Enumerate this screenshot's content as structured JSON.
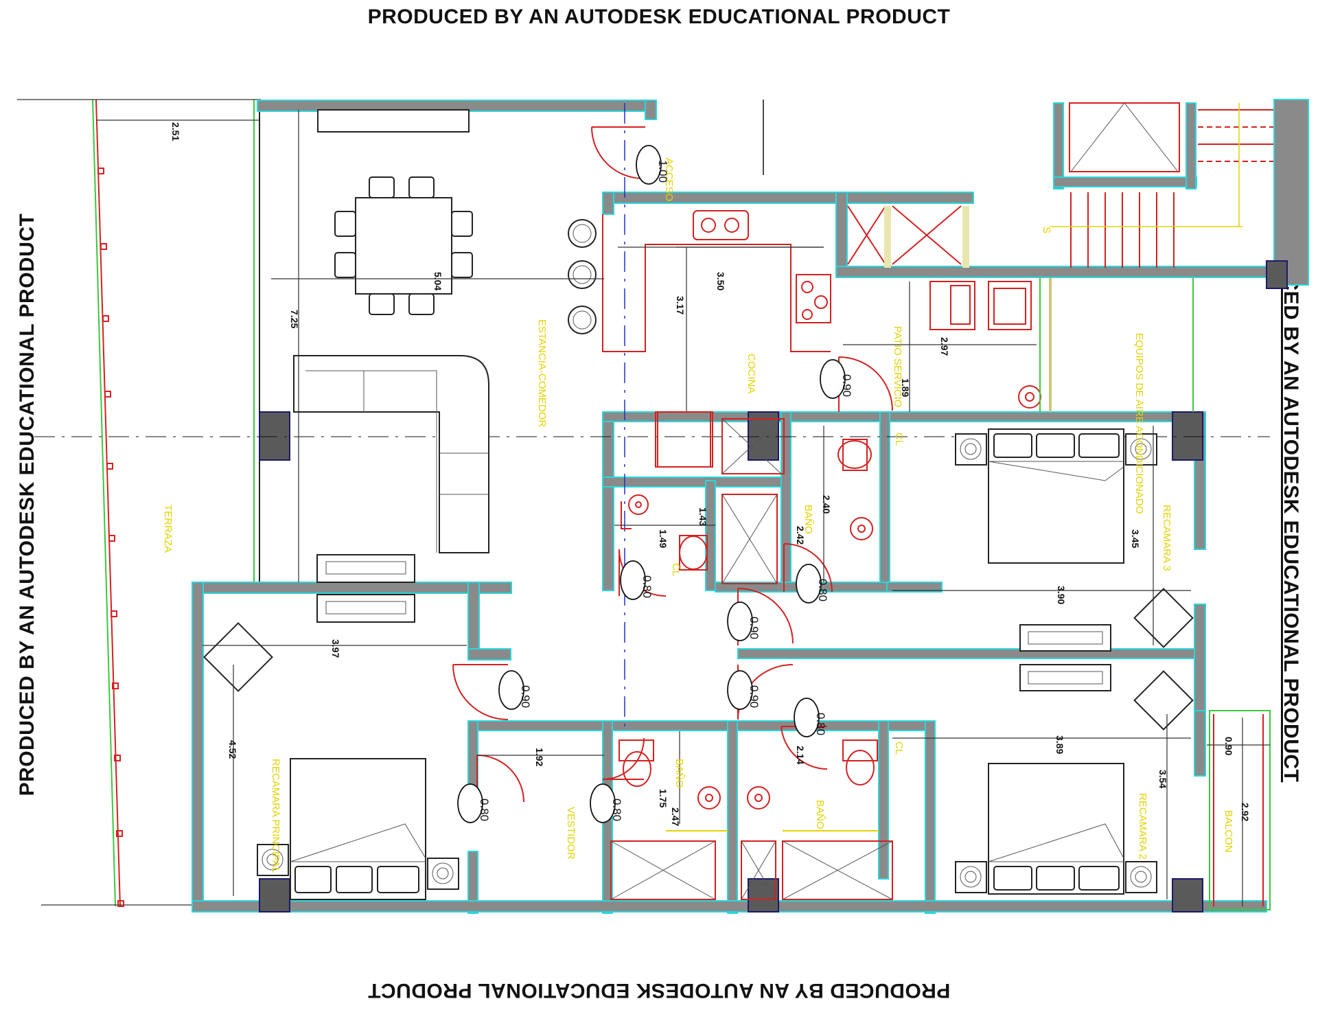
{
  "stamps": {
    "top": "PRODUCED BY AN AUTODESK EDUCATIONAL PRODUCT",
    "bottom": "PRODUCED BY AN AUTODESK EDUCATIONAL PRODUCT",
    "left": "PRODUCED BY AN AUTODESK EDUCATIONAL PRODUCT",
    "right": "PRODUCED BY AN AUTODESK EDUCATIONAL PRODUCT"
  },
  "rooms": {
    "terraza": "TERRAZA",
    "estancia_comedor": "ESTANCIA-COMEDOR",
    "cocina": "COCINA",
    "acceso": "ACCESO",
    "patio_servicio": "PATIO SERVICIO",
    "equipos_aire": "EQUIPOS DE AIRE ACONDICIONADO",
    "recamara_principal": "RECAMARA PRINCIPAL",
    "vestidor": "VESTIDOR",
    "bano_a": "BAÑO",
    "bano_b": "BAÑO",
    "bano_c": "BAÑO",
    "recamara_2": "RECAMARA 2",
    "recamara_3": "RECAMARA 3",
    "balcon": "BALCON",
    "cl_a": "CL",
    "cl_b": "CL"
  },
  "dimensions": {
    "d251": "2.51",
    "d725": "7.25",
    "d504": "5.04",
    "d350": "3.50",
    "d317": "3.17",
    "d297": "2.97",
    "d189": "1.89",
    "d143": "1.43",
    "d149": "1.49",
    "d240": "2.40",
    "d242": "2.42",
    "d345": "3.45",
    "d390": "3.90",
    "d397": "3.97",
    "d452": "4.52",
    "d192": "1.92",
    "d175": "1.75",
    "d247": "2.47",
    "d214": "2.14",
    "d389": "3.89",
    "d354": "3.54",
    "d090b": "0.90",
    "d292": "2.92",
    "s": "S"
  },
  "doors": {
    "acceso": "1.00",
    "patio": "0.90",
    "hall": "0.90",
    "vestidor_gate": "0.90",
    "rec2": "0.90",
    "bano_left": "0.80",
    "bano_right": "0.80",
    "vestidor": "0.80",
    "bano_center": "0.80",
    "rec2_bano": "0.80"
  },
  "colors": {
    "wall_fill": "#8a8a8a",
    "wall_edge": "#27d8dc",
    "column": "#5a5a5a",
    "fixture_red": "#d42020",
    "label_yellow": "#e3d200",
    "dim_line": "#303030",
    "furniture": "#222222",
    "axis_blue": "#2030c0",
    "terrace_green": "#3cc83c"
  }
}
